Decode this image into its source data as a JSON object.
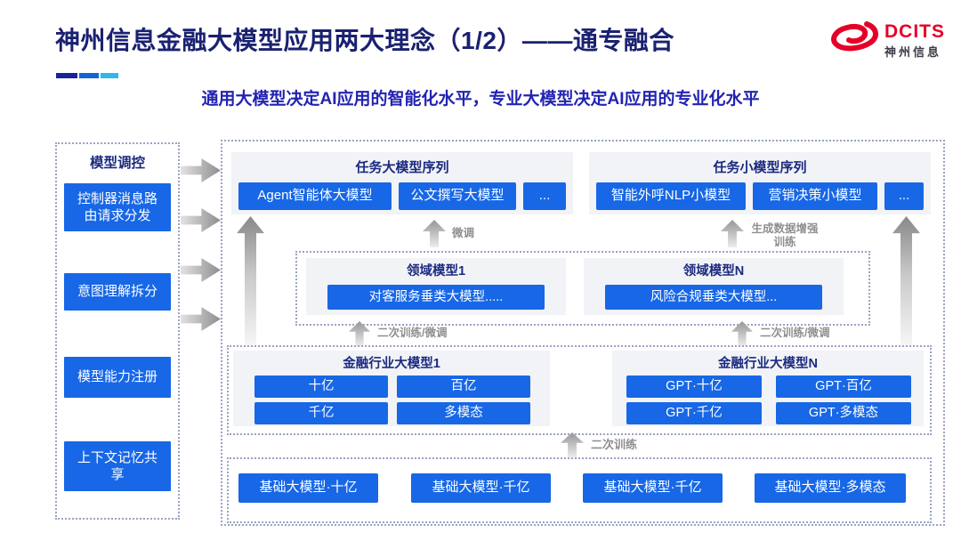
{
  "header": {
    "title": "神州信息金融大模型应用两大理念（1/2）——通专融合",
    "logo": {
      "brand": "DCITS",
      "company": "神州信息"
    }
  },
  "subtitle": "通用大模型决定AI应用的智能化水平，专业大模型决定AI应用的专业化水平",
  "sidebar": {
    "header": "模型调控",
    "items": [
      {
        "label": "控制器消息路由请求分发"
      },
      {
        "label": "意图理解拆分"
      },
      {
        "label": "模型能力注册"
      },
      {
        "label": "上下文记忆共享"
      }
    ]
  },
  "main": {
    "task_large": {
      "header": "任务大模型序列",
      "buttons": [
        "Agent智能体大模型",
        "公文撰写大模型",
        "..."
      ]
    },
    "task_small": {
      "header": "任务小模型序列",
      "buttons": [
        "智能外呼NLP小模型",
        "营销决策小模型",
        "..."
      ]
    },
    "flow_labels": {
      "finetune": "微调",
      "gen_data": "生成数据增强训练",
      "retrain_ft_left": "二次训练/微调",
      "retrain_ft_right": "二次训练/微调",
      "retrain": "二次训练"
    },
    "domain": {
      "left": {
        "header": "领域模型1",
        "button": "对客服务垂类大模型....."
      },
      "right": {
        "header": "领域模型N",
        "button": "风险合规垂类大模型..."
      }
    },
    "industry": {
      "left": {
        "header": "金融行业大模型1",
        "buttons": [
          "十亿",
          "百亿",
          "千亿",
          "多模态"
        ]
      },
      "right": {
        "header": "金融行业大模型N",
        "buttons": [
          "GPT·十亿",
          "GPT·百亿",
          "GPT·千亿",
          "GPT·多模态"
        ]
      }
    },
    "base": {
      "buttons": [
        "基础大模型·十亿",
        "基础大模型·千亿",
        "基础大模型·千亿",
        "基础大模型·多模态"
      ]
    }
  },
  "colors": {
    "title_navy": "#1a2170",
    "subtitle_blue": "#2323b2",
    "button_blue": "#1767e6",
    "header_navy": "#1b2a80",
    "panel_gray": "#f2f3f6",
    "dotted_border": "#9aa4c2",
    "logo_red": "#e50028",
    "accent_navy": "#1a2499",
    "accent_blue": "#1565d8",
    "accent_cyan": "#31b7ea"
  }
}
